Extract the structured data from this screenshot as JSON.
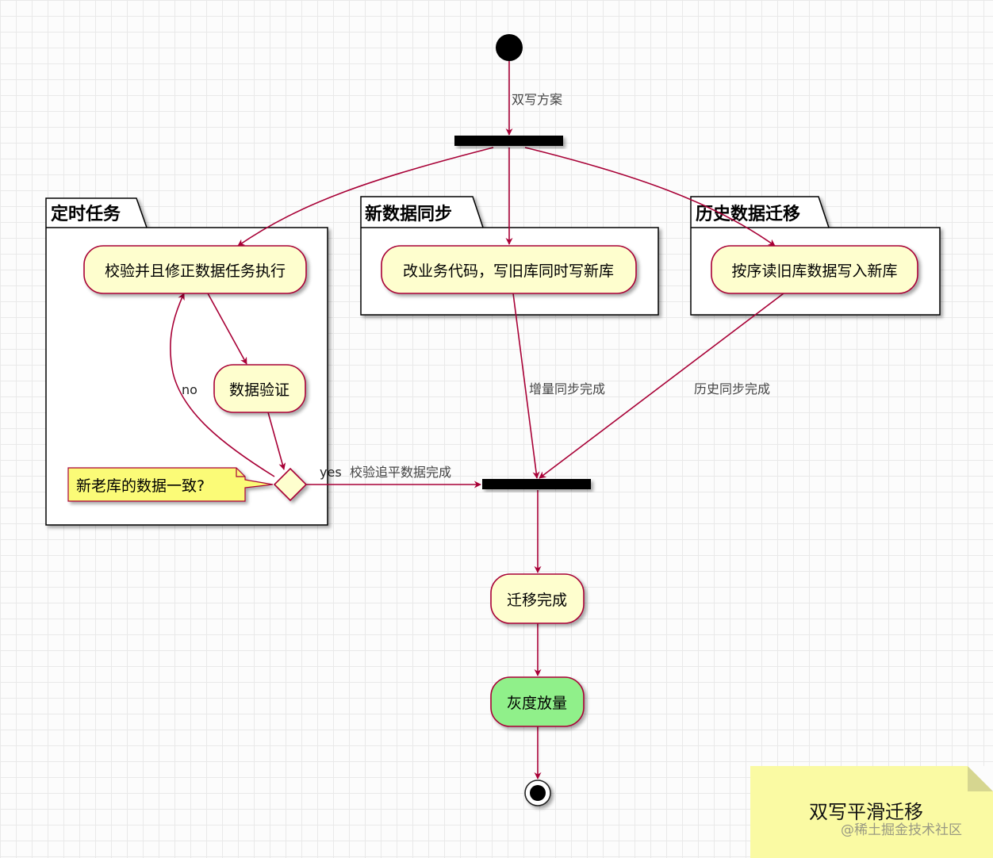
{
  "diagram": {
    "start_label": "双写方案",
    "packages": {
      "scheduled": "定时任务",
      "new_sync": "新数据同步",
      "history": "历史数据迁移"
    },
    "activities": {
      "verify_fix": "校验并且修正数据任务执行",
      "change_code": "改业务代码，写旧库同时写新库",
      "read_write": "按序读旧库数据写入新库",
      "data_verify": "数据验证",
      "migration_done": "迁移完成",
      "gray_release": "灰度放量"
    },
    "edge_labels": {
      "no": "no",
      "yes": "yes",
      "verify_done": "校验追平数据完成",
      "incremental_done": "增量同步完成",
      "history_done": "历史同步完成"
    },
    "note": "新老库的数据一致?"
  },
  "sticky": {
    "title": "双写平滑迁移",
    "watermark": "@稀土掘金技术社区"
  },
  "colors": {
    "arrow": "#a80036",
    "activity_fill": "#fefece",
    "gray_release_fill": "#90f08a",
    "note_fill": "#fbfb77",
    "sticky_fill": "#fafaa3"
  }
}
